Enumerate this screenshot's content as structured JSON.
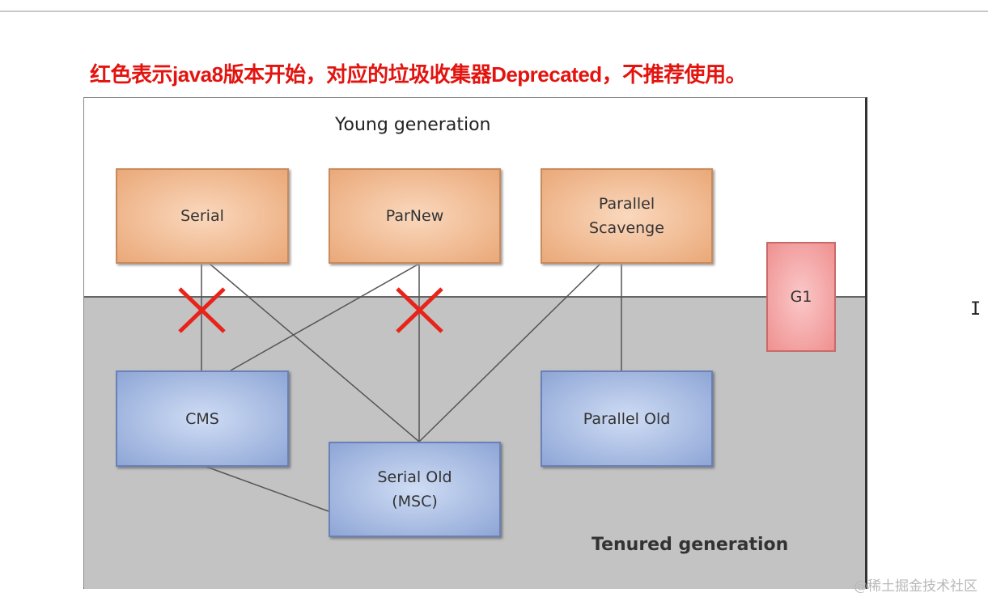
{
  "caption": "红色表示java8版本开始，对应的垃圾收集器Deprecated，不推荐使用。",
  "diagram": {
    "young_label": "Young generation",
    "tenured_label": "Tenured generation",
    "young_collectors": [
      {
        "name": "Serial",
        "deprecated_with": "CMS"
      },
      {
        "name": "ParNew",
        "deprecated_with": "Serial Old (MSC)"
      },
      {
        "name": "Parallel\nScavenge"
      }
    ],
    "old_collectors": [
      {
        "name": "CMS"
      },
      {
        "name": "Serial Old\n(MSC)"
      },
      {
        "name": "Parallel Old"
      }
    ],
    "g1": "G1",
    "connections": [
      [
        "Serial",
        "CMS",
        "deprecated"
      ],
      [
        "Serial",
        "Serial Old"
      ],
      [
        "ParNew",
        "CMS"
      ],
      [
        "ParNew",
        "Serial Old",
        "deprecated"
      ],
      [
        "Parallel Scavenge",
        "Serial Old"
      ],
      [
        "Parallel Scavenge",
        "Parallel Old"
      ],
      [
        "CMS",
        "Serial Old"
      ]
    ],
    "deprecated_color": "#e8231a"
  },
  "watermark": "@稀土掘金技术社区"
}
